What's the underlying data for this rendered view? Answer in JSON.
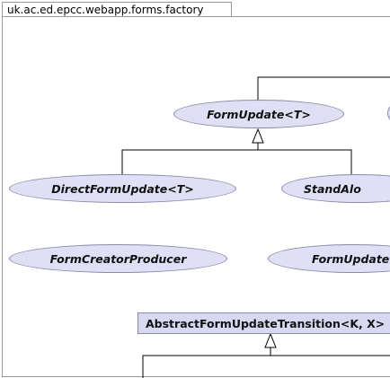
{
  "package": {
    "name": "uk.ac.ed.epcc.webapp.forms.factory"
  },
  "colors": {
    "node_fill": "#dfdff6",
    "node_border": "#8a8aa8",
    "edge": "#000000",
    "frame_border": "#999999"
  },
  "nodes": {
    "form_update": "FormUpdate<T>",
    "direct_form_update": "DirectFormUpdate<T>",
    "stand_alone_clipped": "StandAlo",
    "form_creator_producer": "FormCreatorProducer",
    "form_update_clipped": "FormUpdate",
    "abstract_form_update_transition": "AbstractFormUpdateTransition<K, X>"
  }
}
